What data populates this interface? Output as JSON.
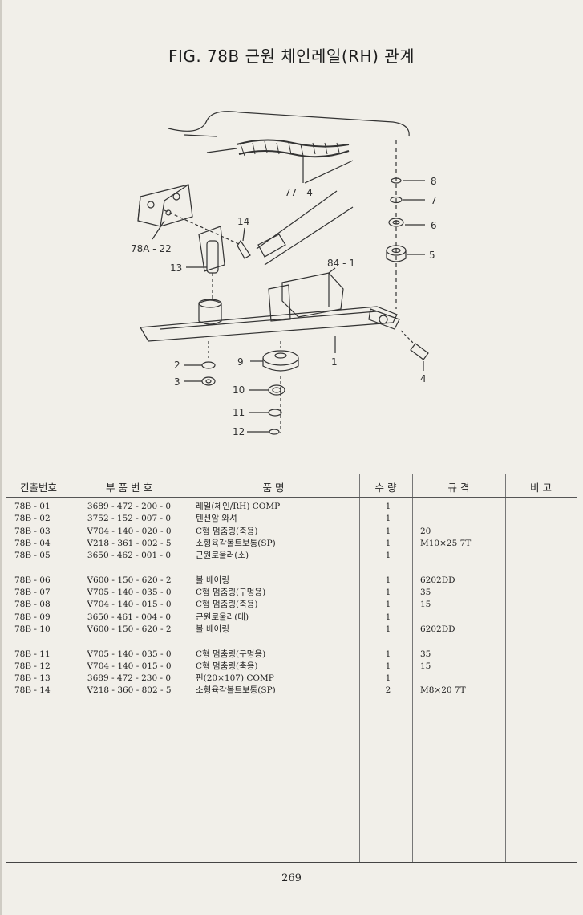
{
  "title": "FIG. 78B 근원 체인레일(RH) 관계",
  "callouts": [
    "8",
    "7",
    "6",
    "5",
    "14",
    "77 - 4",
    "78A - 22",
    "13",
    "84 - 1",
    "9",
    "1",
    "4",
    "2",
    "3",
    "10",
    "11",
    "12"
  ],
  "table": {
    "headers": [
      "건출번호",
      "부 품 번 호",
      "품 명",
      "수 량",
      "규 격",
      "비 고"
    ],
    "rows": [
      {
        "no": "78B - 01",
        "part": "3689 - 472 - 200 - 0",
        "name": "레일(체인/RH) COMP",
        "qty": "1",
        "spec": "",
        "note": ""
      },
      {
        "no": "78B - 02",
        "part": "3752 - 152 - 007 - 0",
        "name": "텐션암 와셔",
        "qty": "1",
        "spec": "",
        "note": ""
      },
      {
        "no": "78B - 03",
        "part": "V704 - 140 - 020 - 0",
        "name": "C형 멈춤링(축용)",
        "qty": "1",
        "spec": "20",
        "note": ""
      },
      {
        "no": "78B - 04",
        "part": "V218 - 361 - 002 - 5",
        "name": "소형육각볼트보통(SP)",
        "qty": "1",
        "spec": "M10×25 7T",
        "note": ""
      },
      {
        "no": "78B - 05",
        "part": "3650 - 462 - 001 - 0",
        "name": "근원로울러(소)",
        "qty": "1",
        "spec": "",
        "note": ""
      },
      {
        "no": "78B - 06",
        "part": "V600 - 150 - 620 - 2",
        "name": "볼 베어링",
        "qty": "1",
        "spec": "6202DD",
        "note": ""
      },
      {
        "no": "78B - 07",
        "part": "V705 - 140 - 035 - 0",
        "name": "C형 멈춤링(구멍용)",
        "qty": "1",
        "spec": "35",
        "note": ""
      },
      {
        "no": "78B - 08",
        "part": "V704 - 140 - 015 - 0",
        "name": "C형 멈춤링(축용)",
        "qty": "1",
        "spec": "15",
        "note": ""
      },
      {
        "no": "78B - 09",
        "part": "3650 - 461 - 004 - 0",
        "name": "근원로울러(대)",
        "qty": "1",
        "spec": "",
        "note": ""
      },
      {
        "no": "78B - 10",
        "part": "V600 - 150 - 620 - 2",
        "name": "볼 베어링",
        "qty": "1",
        "spec": "6202DD",
        "note": ""
      },
      {
        "no": "78B - 11",
        "part": "V705 - 140 - 035 - 0",
        "name": "C형 멈춤링(구멍용)",
        "qty": "1",
        "spec": "35",
        "note": ""
      },
      {
        "no": "78B - 12",
        "part": "V704 - 140 - 015 - 0",
        "name": "C형 멈춤링(축용)",
        "qty": "1",
        "spec": "15",
        "note": ""
      },
      {
        "no": "78B - 13",
        "part": "3689 - 472 - 230 - 0",
        "name": "핀(20×107) COMP",
        "qty": "1",
        "spec": "",
        "note": ""
      },
      {
        "no": "78B - 14",
        "part": "V218 - 360 - 802 - 5",
        "name": "소형육각볼트보통(SP)",
        "qty": "2",
        "spec": "M8×20 7T",
        "note": ""
      }
    ]
  },
  "page_number": "269"
}
